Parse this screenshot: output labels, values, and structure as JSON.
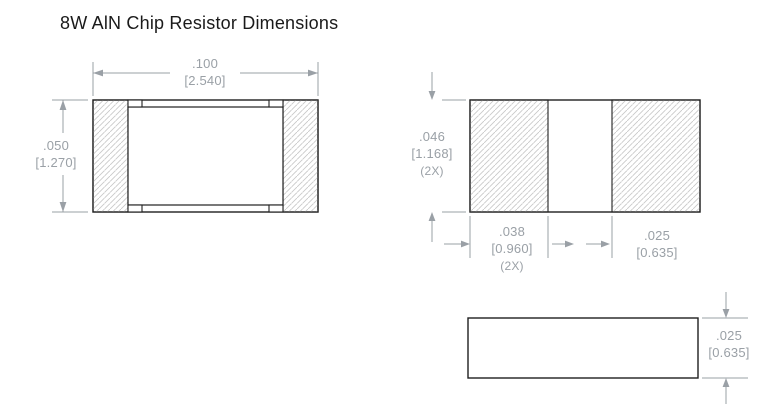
{
  "title": "8W AlN Chip Resistor Dimensions",
  "colors": {
    "object_line": "#1f1f1f",
    "dimension": "#9aa0a6",
    "hatch": "#c9c9c9",
    "title": "#1a1a1a",
    "background": "#ffffff"
  },
  "top_view": {
    "width_dim": {
      "inches": ".100",
      "mm": "[2.540]"
    },
    "height_dim": {
      "inches": ".050",
      "mm": "[1.270]"
    }
  },
  "pad_view": {
    "pad_length_dim": {
      "inches": ".046",
      "mm": "[1.168]",
      "qty": "(2X)"
    },
    "pad_width_dim": {
      "inches": ".038",
      "mm": "[0.960]",
      "qty": "(2X)"
    },
    "gap_dim": {
      "inches": ".025",
      "mm": "[0.635]"
    }
  },
  "side_view": {
    "thickness_dim": {
      "inches": ".025",
      "mm": "[0.635]"
    }
  }
}
